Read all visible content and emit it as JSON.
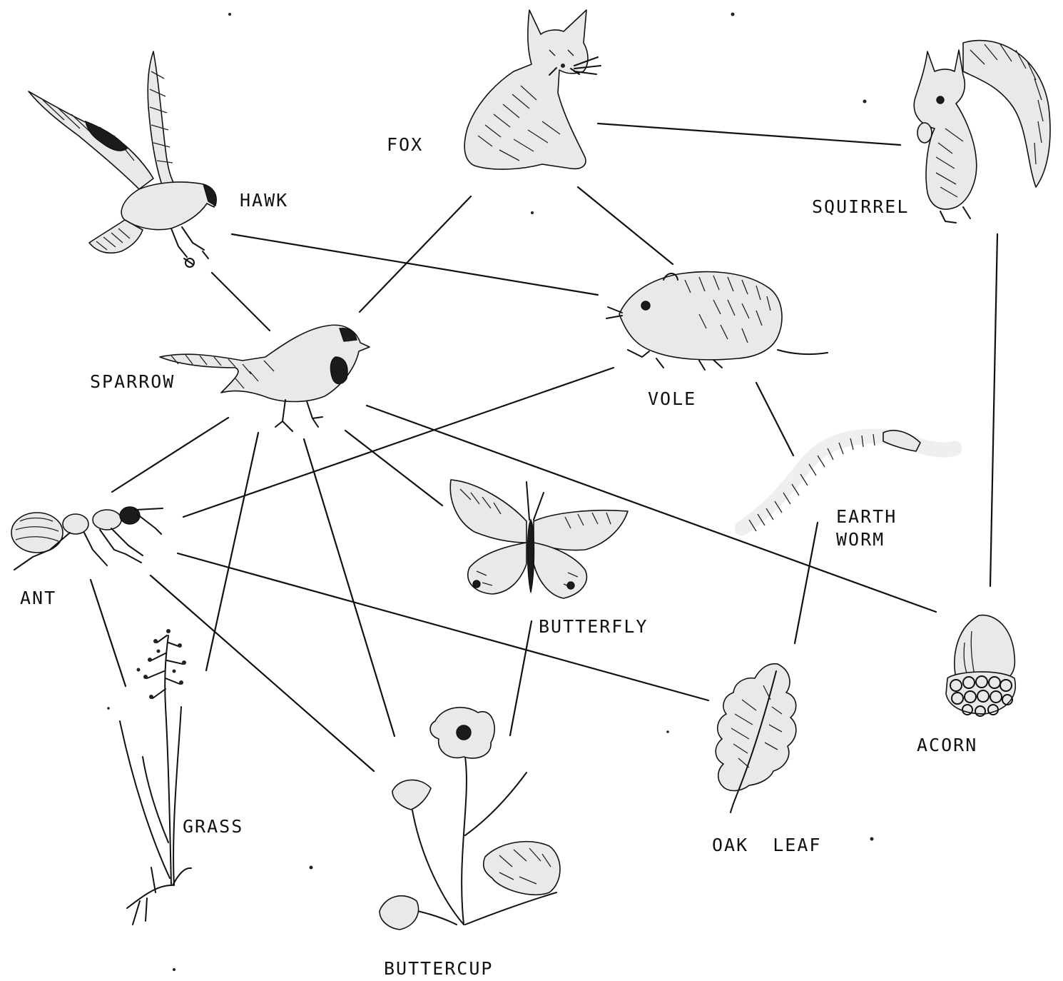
{
  "nodes": [
    {
      "id": "hawk",
      "label": "HAWK",
      "icon": "hawk-icon"
    },
    {
      "id": "fox",
      "label": "FOX",
      "icon": "fox-icon"
    },
    {
      "id": "squirrel",
      "label": "SQUIRREL",
      "icon": "squirrel-icon"
    },
    {
      "id": "sparrow",
      "label": "SPARROW",
      "icon": "sparrow-icon"
    },
    {
      "id": "vole",
      "label": "VOLE",
      "icon": "vole-icon"
    },
    {
      "id": "earthworm",
      "label": "EARTH WORM",
      "label_lines": [
        "EARTH",
        "WORM"
      ],
      "icon": "earthworm-icon"
    },
    {
      "id": "ant",
      "label": "ANT",
      "icon": "ant-icon"
    },
    {
      "id": "butterfly",
      "label": "BUTTERFLY",
      "icon": "butterfly-icon"
    },
    {
      "id": "acorn",
      "label": "ACORN",
      "icon": "acorn-icon"
    },
    {
      "id": "grass",
      "label": "GRASS",
      "icon": "grass-icon"
    },
    {
      "id": "buttercup",
      "label": "BUTTERCUP",
      "icon": "buttercup-icon"
    },
    {
      "id": "oakleaf",
      "label": "OAK  LEAF",
      "icon": "oak-leaf-icon"
    }
  ],
  "links": [
    {
      "from": "fox",
      "to": "squirrel"
    },
    {
      "from": "fox",
      "to": "sparrow"
    },
    {
      "from": "fox",
      "to": "vole"
    },
    {
      "from": "hawk",
      "to": "vole"
    },
    {
      "from": "hawk",
      "to": "sparrow"
    },
    {
      "from": "squirrel",
      "to": "acorn"
    },
    {
      "from": "vole",
      "to": "earthworm"
    },
    {
      "from": "vole",
      "to": "ant"
    },
    {
      "from": "sparrow",
      "to": "ant"
    },
    {
      "from": "sparrow",
      "to": "grass"
    },
    {
      "from": "sparrow",
      "to": "buttercup"
    },
    {
      "from": "sparrow",
      "to": "butterfly"
    },
    {
      "from": "sparrow",
      "to": "acorn"
    },
    {
      "from": "earthworm",
      "to": "oakleaf"
    },
    {
      "from": "ant",
      "to": "grass"
    },
    {
      "from": "ant",
      "to": "buttercup"
    },
    {
      "from": "ant",
      "to": "oakleaf"
    },
    {
      "from": "butterfly",
      "to": "buttercup"
    }
  ],
  "colors": {
    "ink": "#111111",
    "background": "#ffffff"
  }
}
